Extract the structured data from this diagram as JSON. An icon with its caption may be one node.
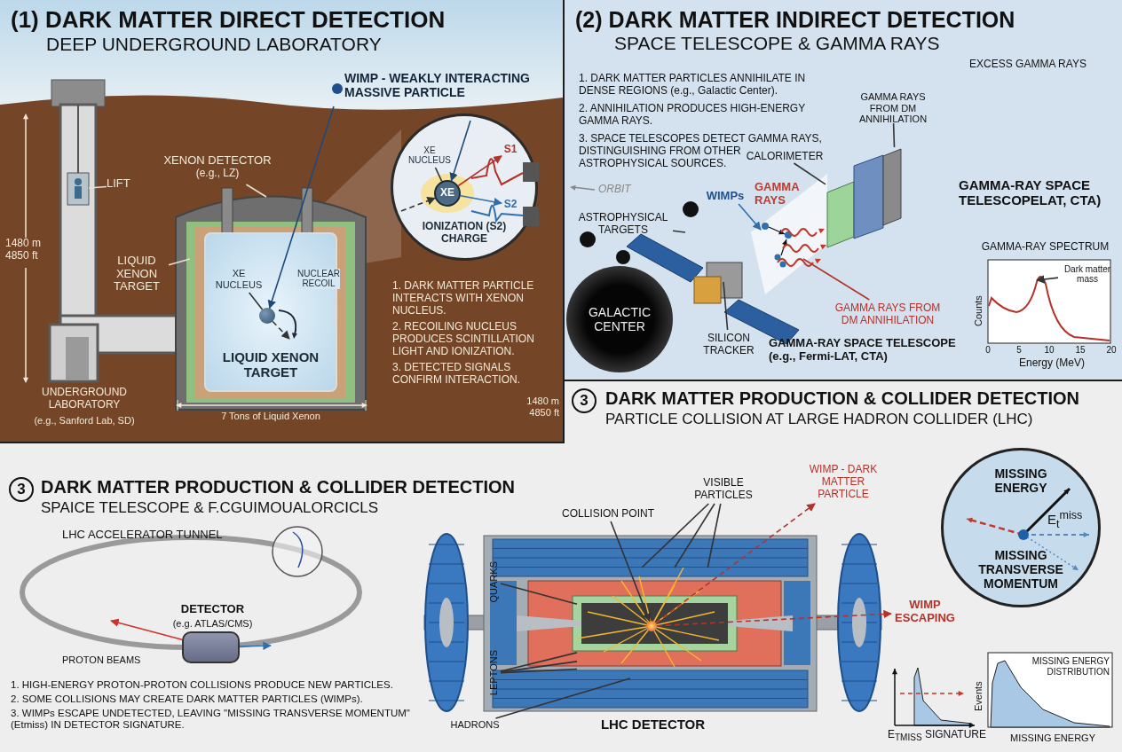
{
  "diagram": {
    "nodes": [
      {
        "text": [
          "(1) DARK MATTER DIRECT DETECTION",
          "DEEP UNDERGROUND LABORATORY"
        ]
      },
      {
        "text": [
          "WIMP - WEAKLY INTERACTING MASSIVE PARTICLE"
        ],
        "in": 0
      },
      {
        "text": [
          "LIFT"
        ],
        "in": 0
      },
      {
        "text": [
          "XENON DETECTOR",
          "(e.g., LZ)"
        ],
        "in": 0
      },
      {
        "text": [
          "LIQUID XENON TARGET"
        ],
        "in": 0
      },
      {
        "text": [
          "LIQUID XENON TARGET"
        ],
        "in": 0
      },
      {
        "text": [
          "XE NUCLEUS"
        ],
        "in": 5
      },
      {
        "text": [],
        "shape": "circle",
        "in": 5
      },
      {
        "text": [
          "NUCLEAR RECOIL"
        ],
        "in": 5
      },
      {
        "text": [
          "IONIZATION (S2) CHARGE"
        ],
        "in": 0
      },
      {
        "text": [
          "XE NUCLEUS"
        ],
        "in": 9
      },
      {
        "text": [
          "XE"
        ],
        "in": 9
      },
      {
        "text": [
          "S1"
        ],
        "in": 9
      },
      {
        "text": [
          "S2"
        ],
        "in": 9
      },
      {
        "text": [
          "(2) DARK MATTER INDIRECT DETECTION",
          "SPACE TELESCOPE & GAMMA RAYS"
        ]
      },
      {
        "text": [
          "ASTROPHYSICAL TARGETS"
        ],
        "in": 14
      },
      {
        "text": [
          "GALACTIC CENTER"
        ],
        "in": 14
      },
      {
        "text": [
          "WIMPs"
        ],
        "in": 14
      },
      {
        "text": [
          "GAMMA RAYS FROM DM ANNIHILATION"
        ],
        "in": 14
      },
      {
        "text": [
          "CALORIMETER"
        ],
        "in": 14
      },
      {
        "text": [
          "GAMMA RAYS FROM DM ANNIHILATION"
        ],
        "in": 14
      },
      {
        "text": [
          "SILICON TRACKER"
        ],
        "in": 14
      },
      {
        "text": [
          "EXCESS GAMMA RAYS"
        ],
        "in": 14
      },
      {
        "text": [
          "Dark matter mass"
        ],
        "in": 14
      },
      {
        "text": [
          "DARK MATTER PRODUCTION & COLLIDER DETECTION",
          "PARTICLE COLLISION AT LARGE HADRON COLLIDER (LHC)"
        ]
      },
      {
        "text": [
          "DARK MATTER PRODUCTION & COLLIDER DETECTION",
          "SPAICE TELESCOPE & F.CGUIMOUALORCICLS"
        ]
      },
      {
        "text": [
          "DETECTOR",
          "(e.g. ATLAS/CMS)"
        ],
        "in": 25
      },
      {
        "text": [
          "LHC DETECTOR"
        ],
        "in": 25
      },
      {
        "text": [],
        "shape": "picture",
        "in": 27
      },
      {
        "text": [],
        "shape": "circle",
        "in": 28
      },
      {
        "text": [
          "COLLISION POINT"
        ],
        "in": 25
      },
      {
        "text": [
          "VISIBLE PARTICLES"
        ],
        "in": 25
      },
      {
        "text": [
          "QUARKS"
        ],
        "in": 27
      },
      {
        "text": [
          "LEPTONS"
        ],
        "in": 27
      },
      {
        "text": [
          "HADRONS"
        ],
        "in": 25
      },
      {
        "text": [
          "WIMP - DARK MATTER PARTICLE"
        ],
        "in": 25
      },
      {
        "text": [
          "WIMP ESCAPING"
        ],
        "in": 25
      },
      {
        "text": [
          "MISSING ENERGY",
          "MISSING TRANSVERSE MOMENTUM"
        ],
        "in": 25
      },
      {
        "text": [
          "GAMMA RAYS"
        ],
        "in": 14
      },
      {
        "text": [],
        "shape": "picture",
        "in": 14
      }
    ],
    "edges": [
      {
        "from": 1,
        "to": 7,
        "arrow": "to",
        "color": "#1e4a7a"
      },
      {
        "from": 2,
        "to": null,
        "arrow": "none",
        "color": "#e8e0d0"
      },
      {
        "from": 3,
        "to": null,
        "arrow": "none",
        "color": "#e8e0d0"
      },
      {
        "from": 4,
        "to": null,
        "arrow": "none",
        "color": "#e8e0d0"
      },
      {
        "from": 6,
        "to": 7,
        "arrow": "none"
      },
      {
        "from": 7,
        "to": null,
        "arrow": "to",
        "style": "dashed"
      },
      {
        "from": null,
        "to": 11,
        "arrow": "to",
        "color": "#1e4a7a"
      },
      {
        "from": null,
        "to": 11,
        "arrow": "to",
        "style": "dashed"
      },
      {
        "from": 10,
        "to": 11,
        "arrow": "none"
      },
      {
        "from": 11,
        "to": 12,
        "arrow": "to",
        "color": "#b5322a"
      },
      {
        "from": 11,
        "to": 13,
        "arrow": "to",
        "color": "#2e6fb0"
      },
      {
        "from": 15,
        "to": null,
        "arrow": "none"
      },
      {
        "from": 17,
        "to": 38,
        "arrow": "to",
        "color": "#2e6fb0"
      },
      {
        "from": 18,
        "to": 39,
        "arrow": "none"
      },
      {
        "from": 19,
        "to": 39,
        "arrow": "none"
      },
      {
        "from": 20,
        "to": 38,
        "arrow": "none",
        "color": "#b5322a"
      },
      {
        "from": 21,
        "to": null,
        "arrow": "none"
      },
      {
        "from": 23,
        "to": null,
        "arrow": "to"
      },
      {
        "from": 26,
        "to": null,
        "arrow": "to",
        "color": "#d0312d"
      },
      {
        "from": 26,
        "to": null,
        "arrow": "to",
        "color": "#2e6fb0"
      },
      {
        "from": 30,
        "to": 29,
        "arrow": "to"
      },
      {
        "from": 31,
        "to": 28,
        "arrow": "none"
      },
      {
        "from": 31,
        "to": 28,
        "arrow": "none"
      },
      {
        "from": 31,
        "to": 28,
        "arrow": "none"
      },
      {
        "from": 32,
        "to": 28,
        "arrow": "none"
      },
      {
        "from": 33,
        "to": 28,
        "arrow": "none"
      },
      {
        "from": 33,
        "to": 28,
        "arrow": "none"
      },
      {
        "from": 33,
        "to": 28,
        "arrow": "none"
      },
      {
        "from": 34,
        "to": 28,
        "arrow": "none"
      },
      {
        "from": 29,
        "to": 35,
        "arrow": "to",
        "style": "dashed",
        "color": "#b5322a"
      },
      {
        "from": 29,
        "to": 36,
        "arrow": "to",
        "style": "dashed",
        "color": "#b5322a"
      }
    ],
    "labels": [
      "1480 m 4850 ft",
      "1. DARK MATTER PARTICLE INTERACTS WITH XENON NUCLEUS.",
      "2. RECOILING NUCLEUS PRODUCES SCINTILLATION LIGHT AND IONIZATION.",
      "3. DETECTED SIGNALS CONFIRM INTERACTION.",
      "UNDERGROUND LABORATORY",
      "(e.g., Sanford Lab, SD)",
      "7 Tons of Liquid Xenon",
      "1480 m 4850 ft",
      "1. DARK MATTER PARTICLES ANNIHILATE IN DENSE REGIONS (e.g., Galactic Center).",
      "2. ANNIHILATION PRODUCES HIGH-ENERGY GAMMA RAYS.",
      "3. SPACE TELESCOPES DETECT GAMMA RAYS, DISTINGUISHING FROM OTHER ASTROPHYSICAL SOURCES.",
      "ORBIT",
      "GAMMA-RAY SPACE TELESCOPELAT, CTA)",
      "GAMMA-RAY SPECTRUM",
      "Counts",
      "0",
      "5",
      "10",
      "15",
      "20",
      "Energy (MeV)",
      "GAMMA-RAY SPACE TELESCOPE (e.g., Fermi-LAT, CTA)",
      "3",
      "3",
      "LHC ACCELERATOR TUNNEL",
      "PROTON BEAMS",
      "1. HIGH-ENERGY PROTON-PROTON COLLISIONS PRODUCE NEW PARTICLES.",
      "2. SOME COLLISIONS MAY CREATE DARK MATTER PARTICLES (WIMPs).",
      "3. WIMPs ESCAPE UNDETECTED, LEAVING \"MISSING TRANSVERSE MOMENTUM\" (Etmiss) IN DETECTOR SIGNATURE.",
      "E$_{t}$$^{miss}$",
      "E$_{TMISS}$ SIGNATURE",
      "MISSING ENERGY DISTRIBUTION",
      "Events",
      "MISSING ENERGY"
    ]
  }
}
